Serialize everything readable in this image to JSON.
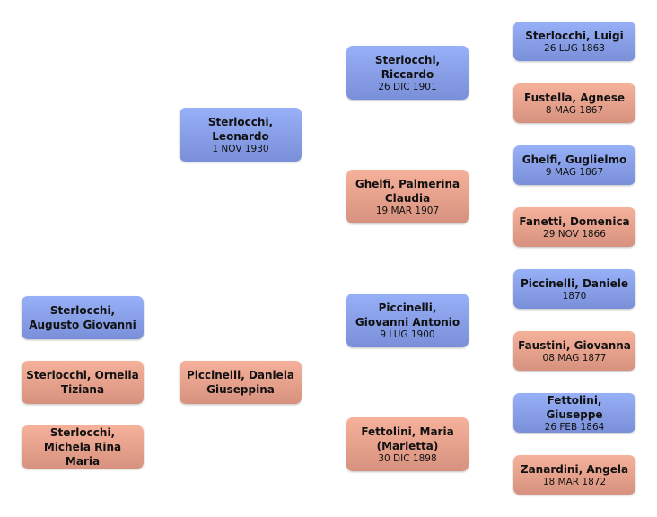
{
  "colors": {
    "male": "#8aa1ea",
    "female": "#e8a28d"
  },
  "people": [
    {
      "id": "p1",
      "name": "Sterlocchi, Augusto Giovanni",
      "date": "",
      "sex": "male"
    },
    {
      "id": "p2",
      "name": "Sterlocchi, Ornella Tiziana",
      "date": "",
      "sex": "female"
    },
    {
      "id": "p3",
      "name": "Sterlocchi, Michela Rina Maria",
      "date": "",
      "sex": "female"
    },
    {
      "id": "f",
      "name": "Sterlocchi, Leonardo",
      "date": "1 NOV 1930",
      "sex": "male"
    },
    {
      "id": "m",
      "name": "Piccinelli, Daniela Giuseppina",
      "date": "",
      "sex": "female"
    },
    {
      "id": "ff",
      "name": "Sterlocchi, Riccardo",
      "date": "26 DIC 1901",
      "sex": "male"
    },
    {
      "id": "fm",
      "name": "Ghelfi, Palmerina Claudia",
      "date": "19 MAR 1907",
      "sex": "female"
    },
    {
      "id": "mf",
      "name": "Piccinelli, Giovanni Antonio",
      "date": "9 LUG 1900",
      "sex": "male"
    },
    {
      "id": "mm",
      "name": "Fettolini, Maria (Marietta)",
      "date": "30 DIC 1898",
      "sex": "female"
    },
    {
      "id": "fff",
      "name": "Sterlocchi, Luigi",
      "date": "26 LUG 1863",
      "sex": "male"
    },
    {
      "id": "ffm",
      "name": "Fustella, Agnese",
      "date": "8 MAG 1867",
      "sex": "female"
    },
    {
      "id": "fmf",
      "name": "Ghelfi, Guglielmo",
      "date": "9 MAG 1867",
      "sex": "male"
    },
    {
      "id": "fmm",
      "name": "Fanetti, Domenica",
      "date": "29 NOV 1866",
      "sex": "female"
    },
    {
      "id": "mff",
      "name": "Piccinelli, Daniele",
      "date": "1870",
      "sex": "male"
    },
    {
      "id": "mfm",
      "name": "Faustini, Giovanna",
      "date": "08 MAG 1877",
      "sex": "female"
    },
    {
      "id": "mmf",
      "name": "Fettolini, Giuseppe",
      "date": "26 FEB 1864",
      "sex": "male"
    },
    {
      "id": "mmm",
      "name": "Zanardini, Angela",
      "date": "18 MAR 1872",
      "sex": "female"
    }
  ]
}
